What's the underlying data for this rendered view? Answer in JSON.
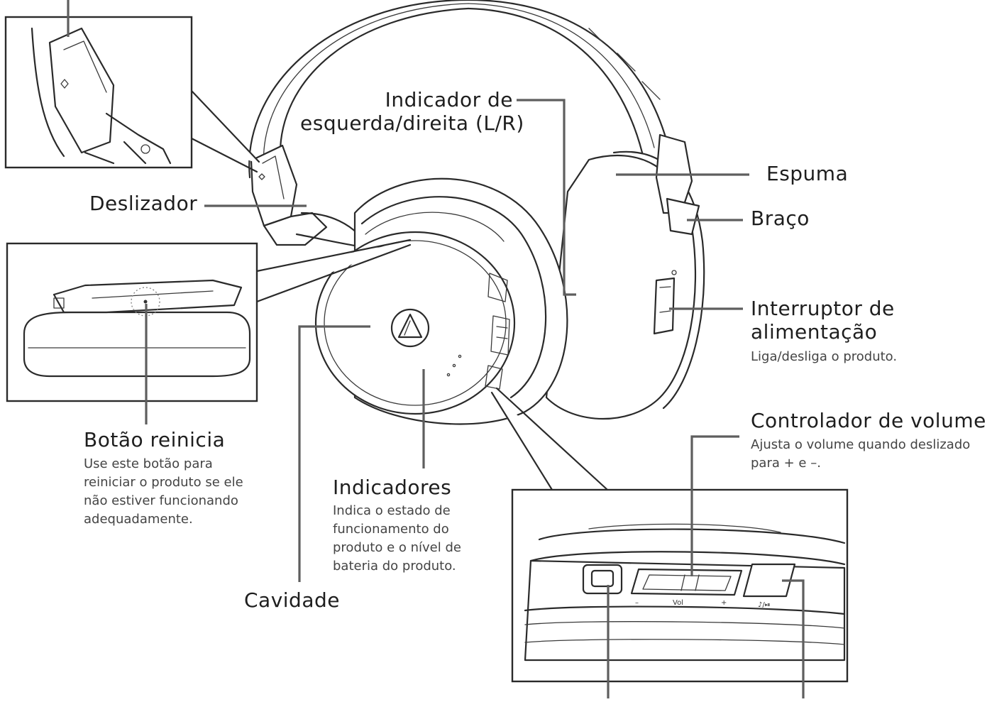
{
  "labels": {
    "lr_indicator": [
      "Indicador de",
      "esquerda/direita (L/R)"
    ],
    "foam": "Espuma",
    "slider": "Deslizador",
    "arm": "Braço",
    "power_switch": {
      "title": [
        "Interruptor de",
        "alimentação"
      ],
      "desc": [
        "Liga/desliga o produto."
      ]
    },
    "volume": {
      "title": "Controlador de volume",
      "desc": [
        "Ajusta o volume quando deslizado",
        "para + e –."
      ]
    },
    "reset": {
      "title": "Botão reinicia",
      "desc": [
        "Use este botão para",
        "reiniciar o produto se ele",
        "não estiver funcionando",
        "adequadamente."
      ]
    },
    "indicators": {
      "title": "Indicadores",
      "desc": [
        "Indica o estado de",
        "funcionamento do",
        "produto e o nível de",
        "bateria do produto."
      ]
    },
    "cavity": "Cavidade"
  },
  "detail_marks": {
    "minus": "–",
    "vol": "Vol",
    "plus": "+",
    "play": "♪/⏯"
  }
}
